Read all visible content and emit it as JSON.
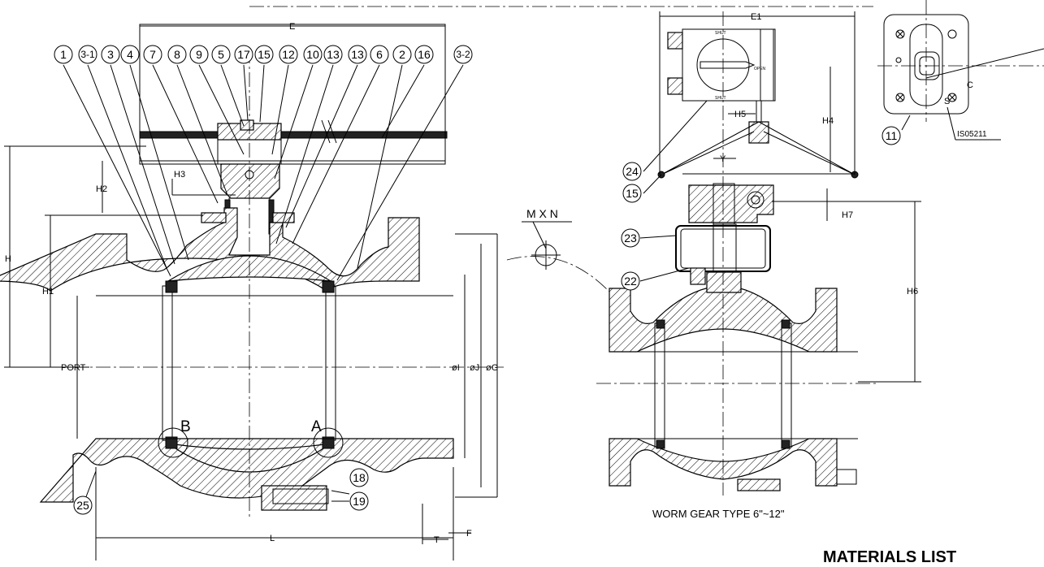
{
  "callouts_top": [
    "1",
    "3-1",
    "3",
    "4",
    "7",
    "8",
    "9",
    "5",
    "17",
    "15",
    "12",
    "10",
    "13",
    "13",
    "6",
    "2",
    "16",
    "3-2"
  ],
  "callouts_other": {
    "c18": "18",
    "c19": "19",
    "c25": "25",
    "c24": "24",
    "c15": "15",
    "c23": "23",
    "c22": "22",
    "c11": "11"
  },
  "dimensions": {
    "E": "E",
    "E1": "E1",
    "H": "H",
    "H1": "H1",
    "H2": "H2",
    "H3": "H3",
    "H4": "H4",
    "H5": "H5",
    "H6": "H6",
    "H7": "H7",
    "Y": "Y",
    "L": "L",
    "T": "T",
    "F": "F",
    "C": "C",
    "I": "øI",
    "J": "øJ",
    "G": "øG",
    "port": "PORT",
    "mxn": "M X N",
    "S": "S"
  },
  "labels": {
    "detail_a": "A",
    "detail_b": "B",
    "worm_gear": "WORM GEAR TYPE  6\"~12\"",
    "materials": "MATERIALS LIST",
    "iso": "IS05211",
    "shut_top": "SHUT",
    "shut_bottom": "SHUT",
    "open": "OPEN"
  }
}
